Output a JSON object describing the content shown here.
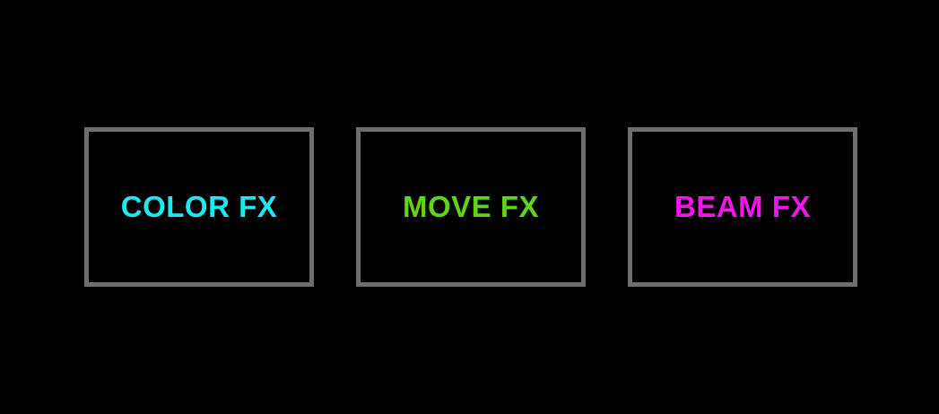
{
  "app": {
    "background_color": "#000000",
    "panel_border_color": "#6E6E6E"
  },
  "fx_panels": [
    {
      "id": "color-fx",
      "label": "COLOR FX",
      "text_color": "#1EE7F0"
    },
    {
      "id": "move-fx",
      "label": "MOVE FX",
      "text_color": "#61D414"
    },
    {
      "id": "beam-fx",
      "label": "BEAM FX",
      "text_color": "#F116EA"
    }
  ]
}
